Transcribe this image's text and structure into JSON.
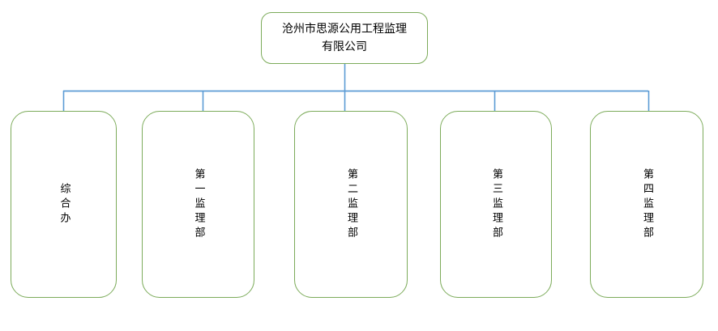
{
  "chart": {
    "title": "沧州市思源公用工程监理有限公司",
    "orientation": "top-down",
    "colors": {
      "node_border": "#7cab5a",
      "connector": "#5b9bd5",
      "node_fill": "#ffffff",
      "text": "#000000",
      "background": "#ffffff"
    }
  },
  "root": {
    "label": "沧州市思源公用工程监理\n有限公司",
    "line1": "沧州市思源公用工程监理",
    "line2": "有限公司"
  },
  "children": [
    {
      "label": "综合办"
    },
    {
      "label": "第一监理部"
    },
    {
      "label": "第二监理部"
    },
    {
      "label": "第三监理部"
    },
    {
      "label": "第四监理部"
    }
  ]
}
